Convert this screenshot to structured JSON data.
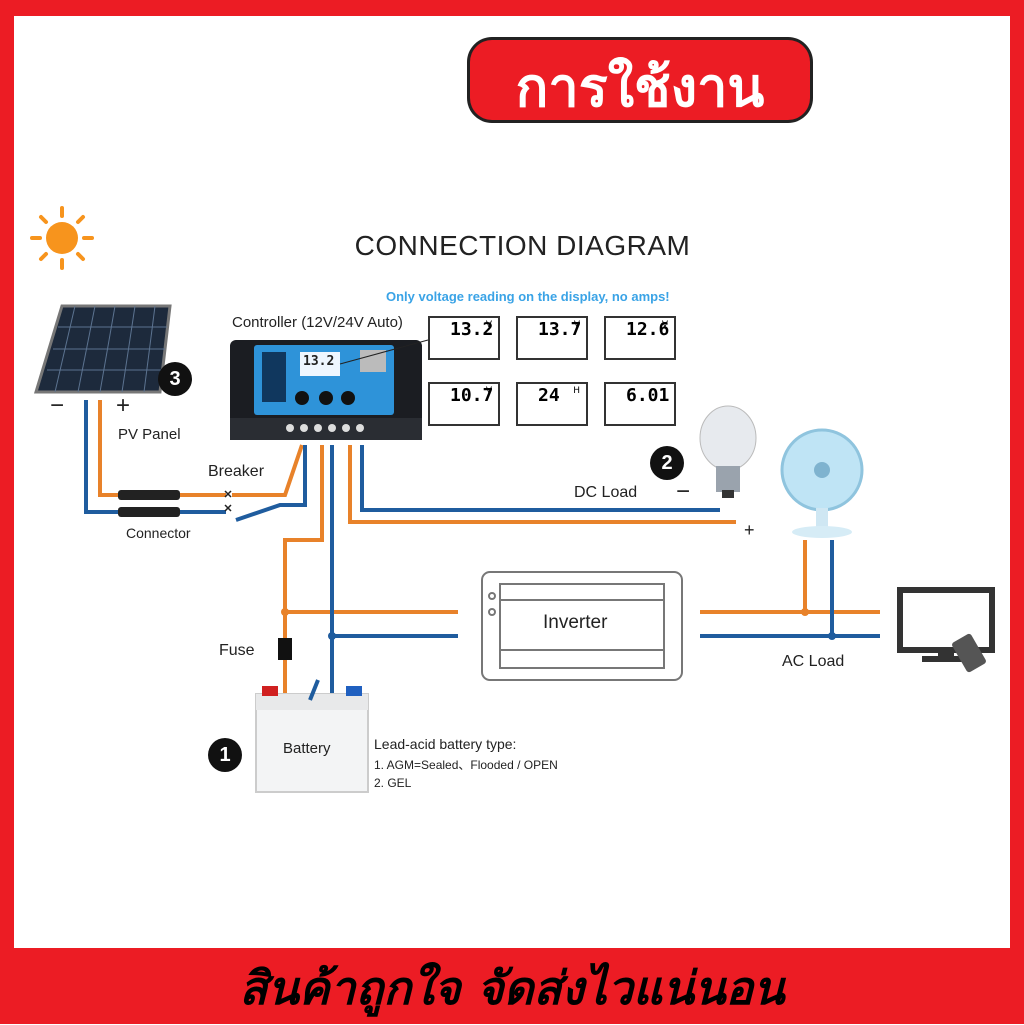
{
  "header": {
    "title": "การใช้งาน"
  },
  "footer": {
    "slogan": "สินค้าถูกใจ จัดส่งไวแน่นอน"
  },
  "diagram": {
    "title": "CONNECTION DIAGRAM",
    "note": "Only voltage reading on the display, no amps!",
    "controller_label": "Controller (12V/24V Auto)",
    "pv_panel": "PV Panel",
    "pv_minus": "−",
    "pv_plus": "+",
    "breaker": "Breaker",
    "connector": "Connector",
    "dc_load": "DC Load",
    "dc_minus": "−",
    "dc_plus": "+",
    "inverter": "Inverter",
    "ac_load": "AC Load",
    "fuse": "Fuse",
    "battery": "Battery",
    "battery_type_title": "Lead-acid battery type:",
    "battery_type_1": "1. AGM=Sealed、Flooded / OPEN",
    "battery_type_2": "2. GEL",
    "step_1": "1",
    "step_2": "2",
    "step_3": "3",
    "displays": [
      {
        "value": "13.2",
        "unit": "V"
      },
      {
        "value": "13.7",
        "unit": "V"
      },
      {
        "value": "12.6",
        "unit": "V"
      },
      {
        "value": "10.7",
        "unit": "V"
      },
      {
        "value": "24",
        "unit": "H"
      },
      {
        "value": "6.01",
        "unit": ""
      }
    ],
    "controller_screen": "13.2"
  },
  "colors": {
    "red": "#ec1c24",
    "orange": "#e8822a",
    "blue": "#1f5c9e",
    "accent_blue": "#3aa3e6"
  }
}
